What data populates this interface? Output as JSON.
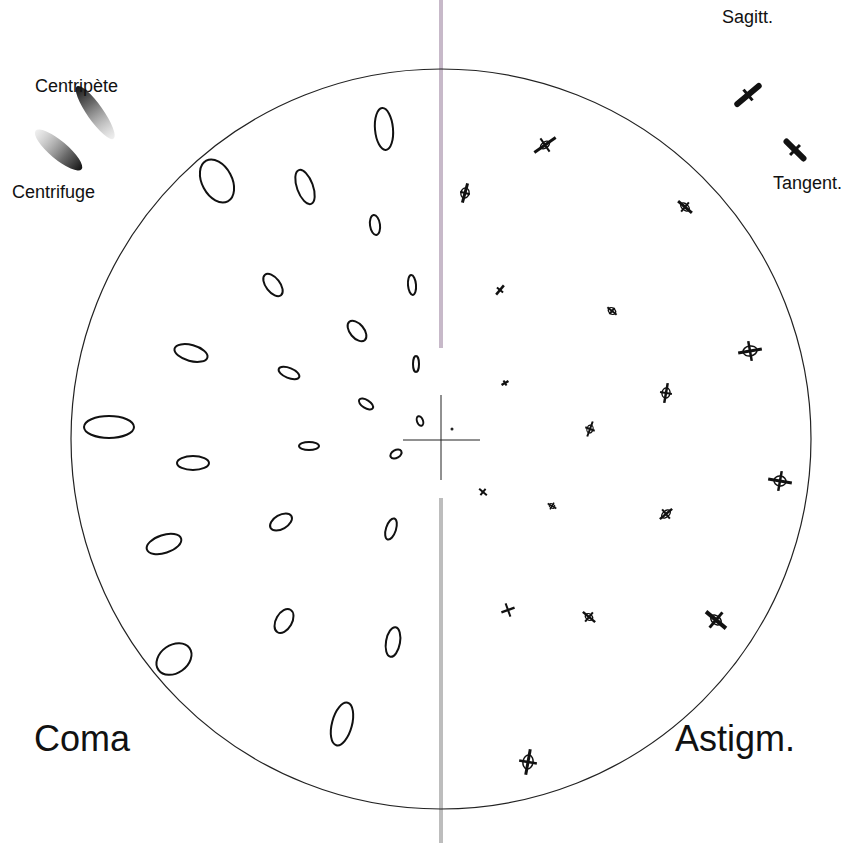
{
  "diagram": {
    "labels": [
      "Centripète",
      "Centrifuge",
      "Sagitt.",
      "Tangent.",
      "Coma",
      "Astigm."
    ]
  }
}
